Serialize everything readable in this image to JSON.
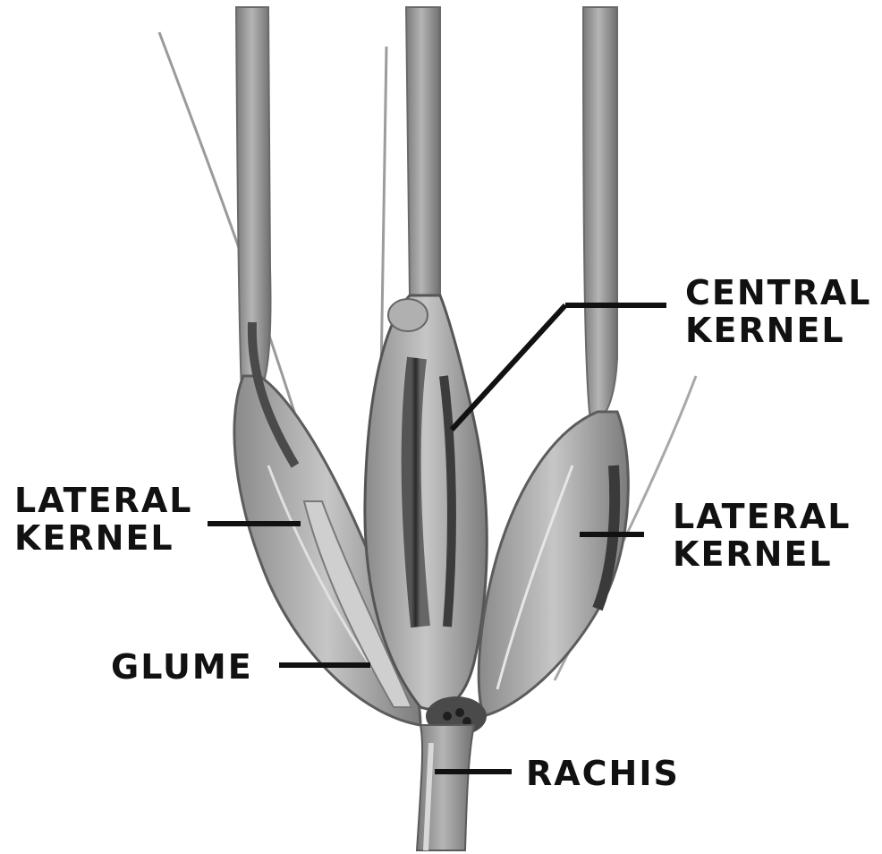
{
  "diagram": {
    "labels": {
      "central_kernel": [
        "CENTRAL",
        "KERNEL"
      ],
      "lateral_kernel_left": [
        "LATERAL",
        "KERNEL"
      ],
      "lateral_kernel_right": [
        "LATERAL",
        "KERNEL"
      ],
      "glume": "GLUME",
      "rachis": "RACHIS"
    },
    "colors": {
      "background": "#ffffff",
      "plant_light": "#b8b8b8",
      "plant_mid": "#8e8e8e",
      "plant_dark": "#3a3a3a",
      "leader_line": "#111111",
      "label_text": "#111111"
    }
  }
}
